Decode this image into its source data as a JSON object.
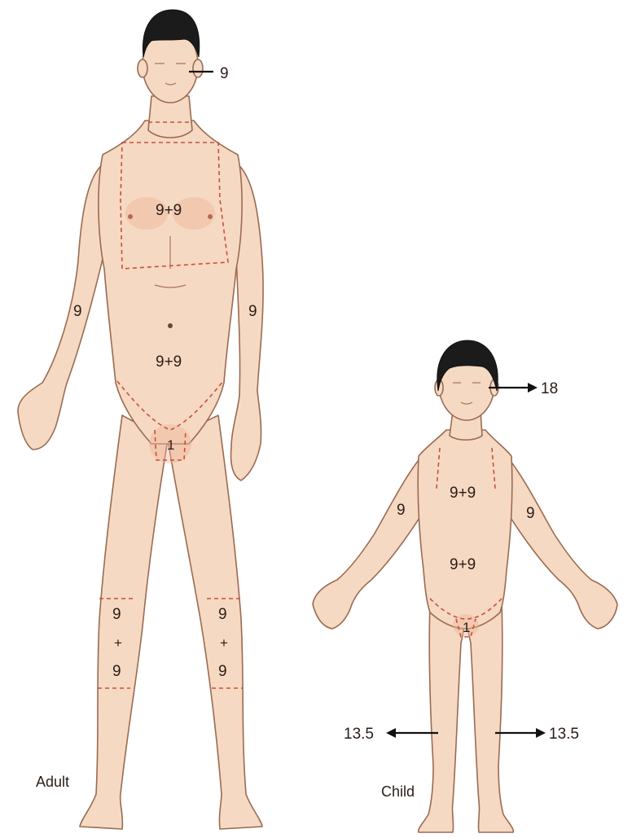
{
  "adult": {
    "caption": "Adult",
    "head": "9",
    "chest": "9+9",
    "abdomen": "9+9",
    "arm_left": "9",
    "arm_right": "9",
    "perineum": "1",
    "leg_left": {
      "top": "9",
      "plus": "+",
      "bottom": "9"
    },
    "leg_right": {
      "top": "9",
      "plus": "+",
      "bottom": "9"
    }
  },
  "child": {
    "caption": "Child",
    "head": "18",
    "chest": "9+9",
    "abdomen": "9+9",
    "arm_left": "9",
    "arm_right": "9",
    "perineum": "1",
    "leg_left": "13.5",
    "leg_right": "13.5"
  },
  "colors": {
    "skin": "#f6d9c2",
    "outline": "#9a6b52",
    "zone_line": "#c9503b",
    "hair": "#1b1b1b",
    "text": "#2a1d17"
  }
}
